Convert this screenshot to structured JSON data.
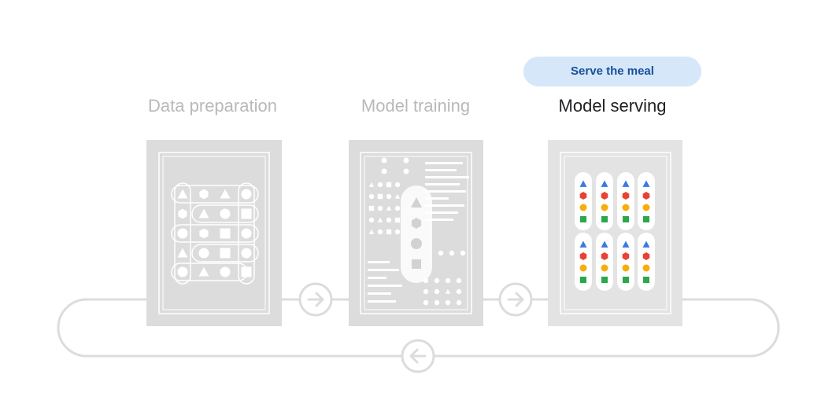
{
  "callout": {
    "label": "Serve the meal"
  },
  "stages": [
    {
      "title": "Data preparation",
      "state": "inactive"
    },
    {
      "title": "Model training",
      "state": "inactive"
    },
    {
      "title": "Model serving",
      "state": "active"
    }
  ],
  "colors": {
    "inactive_card": "#dcdcdc",
    "active_card": "#e3e3e3",
    "loop_line": "#dcdcdc",
    "callout_bg": "#d5e7f8",
    "callout_text": "#1a4f9c",
    "serving_triangle": "#3b78e7",
    "serving_hexagon": "#e94235",
    "serving_circle": "#f6ae0a",
    "serving_square": "#2aa84a"
  },
  "icons": {
    "forward_arrow": "arrow-right-circle-icon",
    "back_arrow": "arrow-left-circle-icon"
  }
}
